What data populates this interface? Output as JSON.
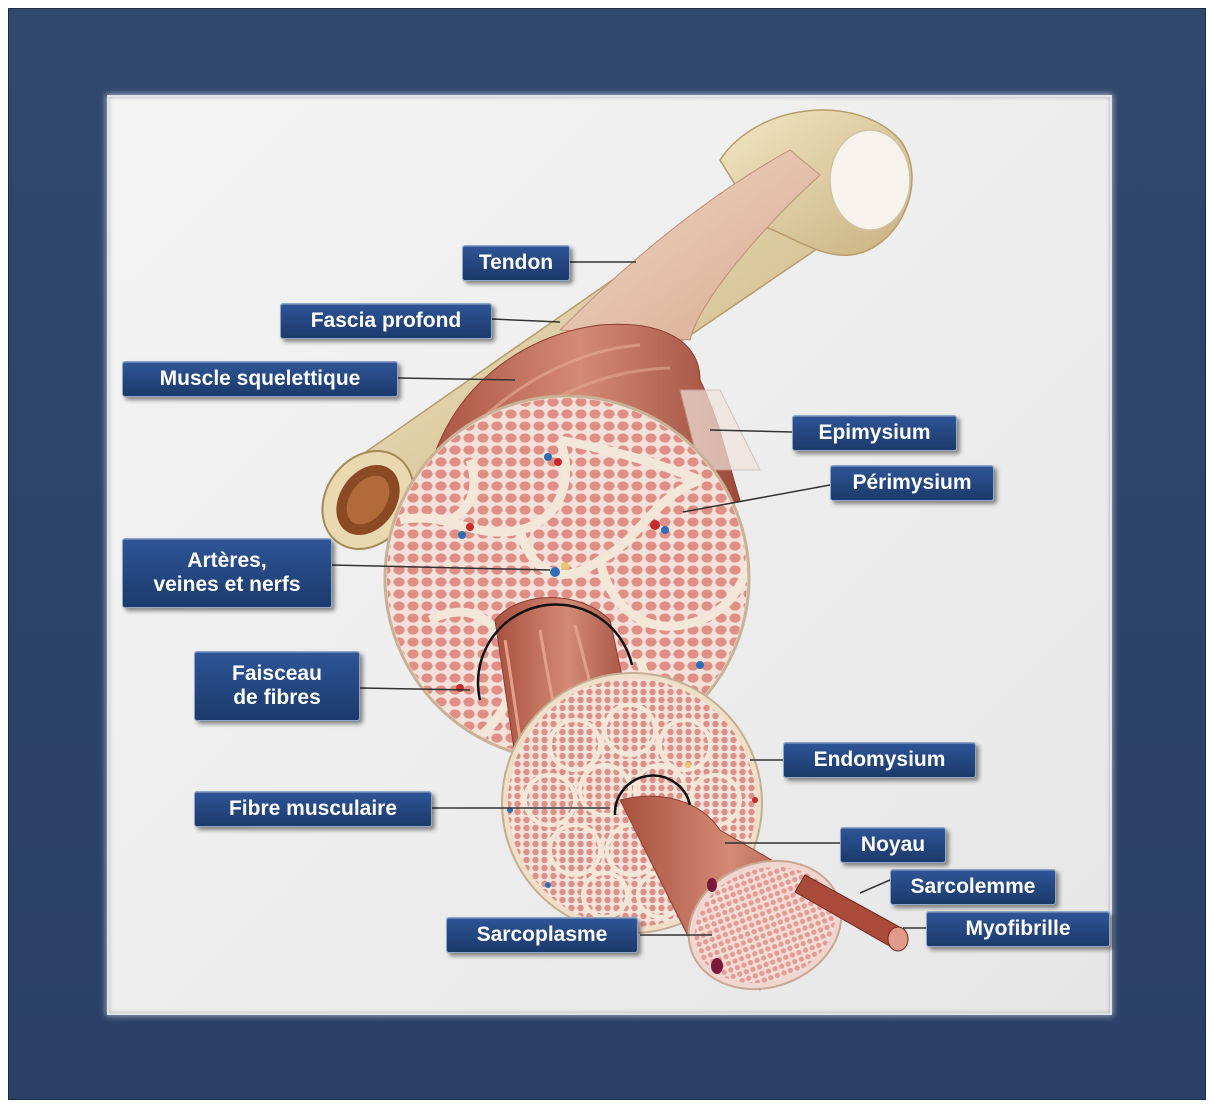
{
  "labels": {
    "tendon": "Tendon",
    "fascia": "Fascia profond",
    "muscle": "Muscle squelettique",
    "epimysium": "Epimysium",
    "perimysium": "Périmysium",
    "arteres_line1": "Artères,",
    "arteres_line2": "veines et nerfs",
    "faisceau_line1": "Faisceau",
    "faisceau_line2": "de fibres",
    "endomysium": "Endomysium",
    "fibre": "Fibre musculaire",
    "noyau": "Noyau",
    "sarcolemme": "Sarcolemme",
    "sarcoplasme": "Sarcoplasme",
    "myofibrille": "Myofibrille"
  },
  "colors": {
    "frame": "#2b4368",
    "label_fill": "#24467f",
    "muscle": "#c9705f",
    "bone": "#e8d7ad",
    "tissue": "#f3e8d8"
  }
}
